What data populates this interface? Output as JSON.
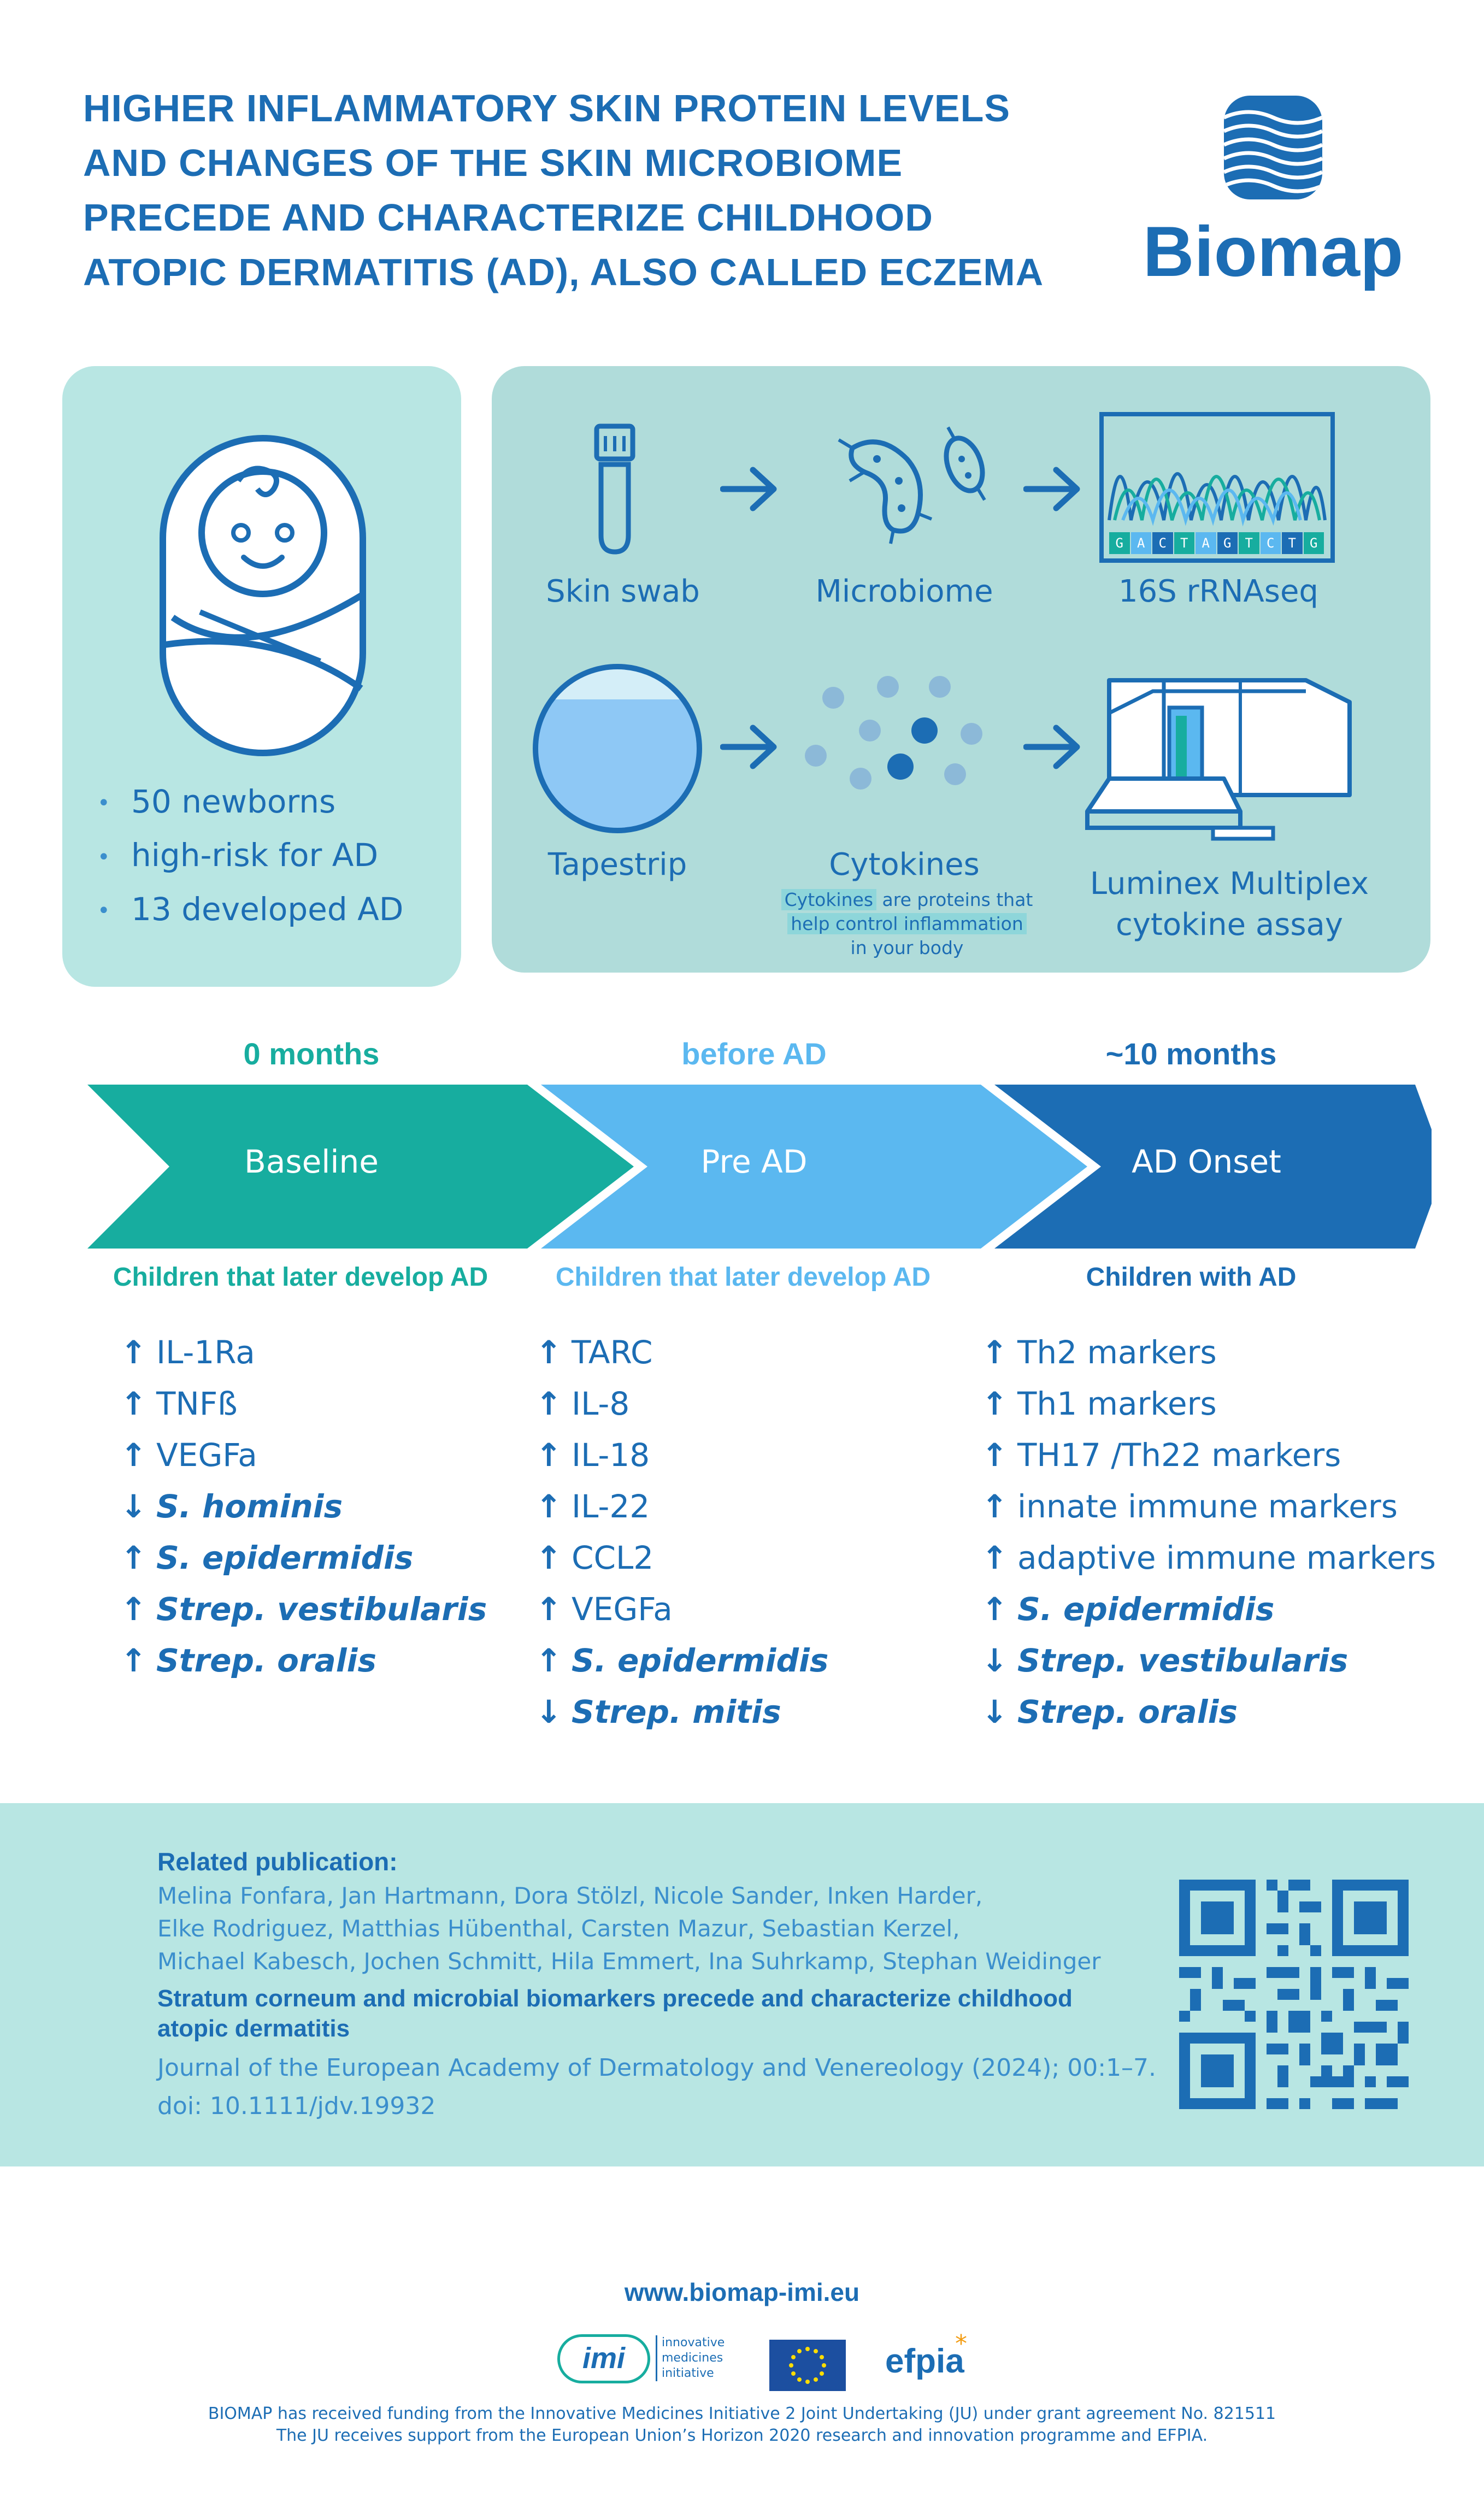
{
  "title": {
    "lines": [
      "HIGHER INFLAMMATORY SKIN PROTEIN LEVELS",
      "AND CHANGES OF THE SKIN MICROBIOME",
      "PRECEDE AND CHARACTERIZE CHILDHOOD",
      "ATOPIC DERMATITIS (AD),  ALSO CALLED ECZEMA"
    ]
  },
  "logo": {
    "text": "Biomap"
  },
  "cohort": {
    "bullets": [
      "50 newborns",
      "high-risk for AD",
      "13 developed AD"
    ]
  },
  "methods": {
    "row1": {
      "step1": "Skin swab",
      "step2": "Microbiome",
      "step3": "16S rRNAseq",
      "sequence": [
        "G",
        "A",
        "C",
        "T",
        "A",
        "G",
        "T",
        "C",
        "T",
        "G"
      ]
    },
    "row2": {
      "step1": "Tapestrip",
      "step2": "Cytokines",
      "step3_line1": "Luminex Multiplex",
      "step3_line2": "cytokine assay"
    },
    "note": {
      "term": "Cytokines",
      "rest1": " are proteins that",
      "line2": "help control inflammation",
      "line3": "in your body"
    }
  },
  "timeline": {
    "phases": [
      {
        "time": "0 months",
        "label": "Baseline",
        "group": "Children that later develop AD",
        "color": "#17ad9f"
      },
      {
        "time": "before AD",
        "label": "Pre AD",
        "group": "Children that later develop AD",
        "color": "#5bb8f0"
      },
      {
        "time": "~10 months",
        "label": "AD Onset",
        "group": "Children with AD",
        "color": "#1c6db4"
      }
    ]
  },
  "markers": {
    "baseline": [
      {
        "dir": "↑",
        "text": "IL-1Ra",
        "italic": false
      },
      {
        "dir": "↑",
        "text": "TNFß",
        "italic": false
      },
      {
        "dir": "↑",
        "text": "VEGFa",
        "italic": false
      },
      {
        "dir": "↓",
        "text": "S. hominis",
        "italic": true
      },
      {
        "dir": "↑",
        "text": "S. epidermidis",
        "italic": true
      },
      {
        "dir": "↑",
        "text": "Strep. vestibularis",
        "italic": true
      },
      {
        "dir": "↑",
        "text": "Strep. oralis",
        "italic": true
      }
    ],
    "pre_ad": [
      {
        "dir": "↑",
        "text": "TARC",
        "italic": false
      },
      {
        "dir": "↑",
        "text": "IL-8",
        "italic": false
      },
      {
        "dir": "↑",
        "text": "IL-18",
        "italic": false
      },
      {
        "dir": "↑",
        "text": "IL-22",
        "italic": false
      },
      {
        "dir": "↑",
        "text": "CCL2",
        "italic": false
      },
      {
        "dir": "↑",
        "text": "VEGFa",
        "italic": false
      },
      {
        "dir": "↑",
        "text": "S. epidermidis",
        "italic": true
      },
      {
        "dir": "↓",
        "text": "Strep. mitis",
        "italic": true
      }
    ],
    "ad_onset": [
      {
        "dir": "↑",
        "text": "Th2 markers",
        "italic": false
      },
      {
        "dir": "↑",
        "text": "Th1 markers",
        "italic": false
      },
      {
        "dir": "↑",
        "text": "TH17 /Th22 markers",
        "italic": false
      },
      {
        "dir": "↑",
        "text": "innate immune markers",
        "italic": false
      },
      {
        "dir": "↑",
        "text": "adaptive immune markers",
        "italic": false
      },
      {
        "dir": "↑",
        "text": "S. epidermidis",
        "italic": true
      },
      {
        "dir": "↓",
        "text": "Strep. vestibularis",
        "italic": true
      },
      {
        "dir": "↓",
        "text": "Strep. oralis",
        "italic": true
      }
    ]
  },
  "publication": {
    "heading": "Related publication:",
    "authors": [
      "Melina Fonfara, Jan Hartmann, Dora Stölzl, Nicole Sander, Inken Harder,",
      "Elke Rodriguez, Matthias Hübenthal, Carsten Mazur, Sebastian Kerzel,",
      "Michael Kabesch, Jochen Schmitt, Hila Emmert, Ina Suhrkamp, Stephan Weidinger"
    ],
    "title_line1": "Stratum corneum and microbial biomarkers precede and characterize childhood",
    "title_line2": "atopic dermatitis",
    "journal": "Journal of the European Academy of Dermatology and Venereology (2024); 00:1–7.",
    "doi": "doi: 10.1111/jdv.19932"
  },
  "footer": {
    "url": "www.biomap-imi.eu",
    "imi_logo": "imi",
    "imi_text": [
      "innovative",
      "medicines",
      "initiative"
    ],
    "efpia_logo": "efpia",
    "funding_line1": "BIOMAP has received funding from the Innovative Medicines Initiative 2 Joint Undertaking (JU) under grant agreement No. 821511",
    "funding_line2": "The JU receives support from the European Union’s Horizon 2020 research and innovation programme and EFPIA."
  }
}
